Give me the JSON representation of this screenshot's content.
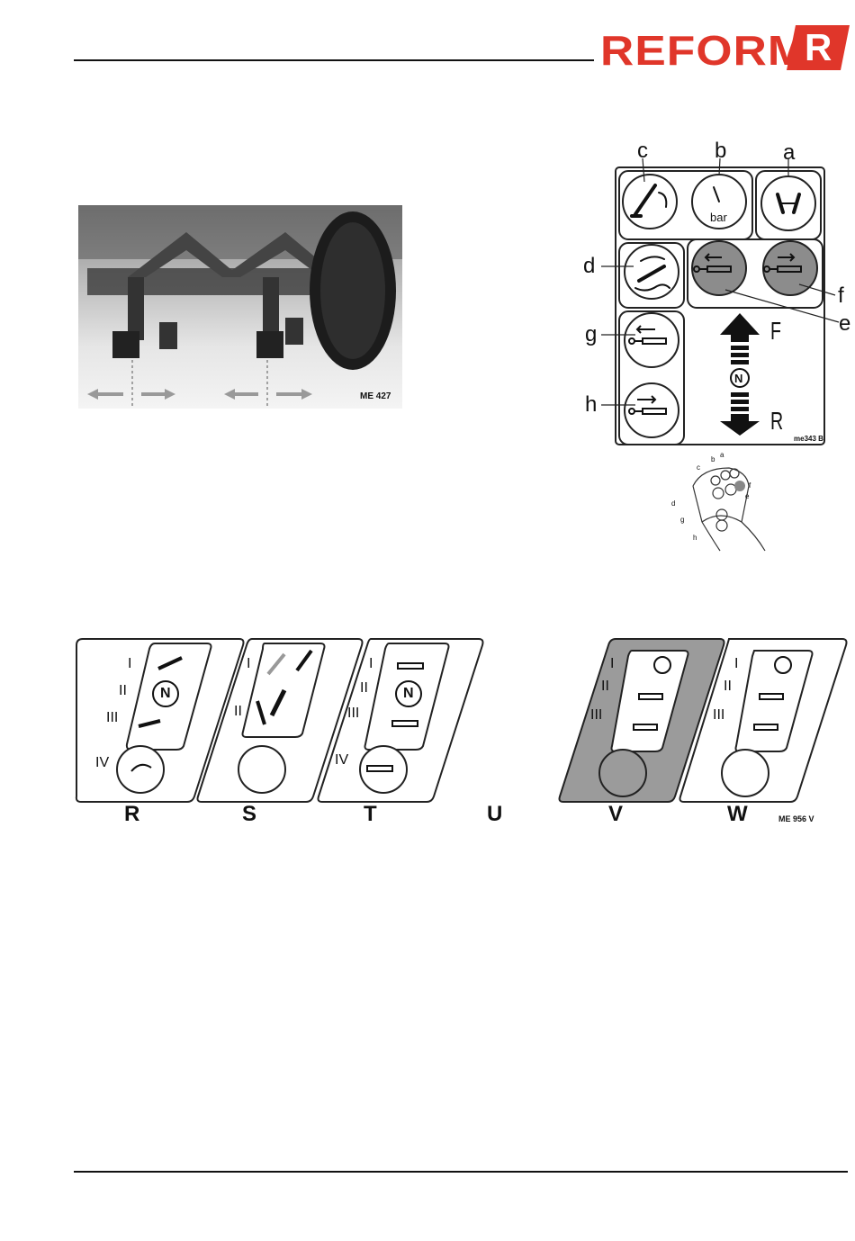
{
  "brand": {
    "name": "REFORM",
    "mark": "R",
    "color": "#e0362a"
  },
  "photo": {
    "label": "ME 427"
  },
  "panel": {
    "labels": {
      "a": "a",
      "b": "b",
      "c": "c",
      "d": "d",
      "e": "e",
      "f": "f",
      "g": "g",
      "h": "h"
    },
    "gauge_unit": "bar",
    "neutral": "N",
    "forward": "F",
    "reverse": "R",
    "code": "me343 B"
  },
  "joystick": {
    "labels": [
      "a",
      "b",
      "c",
      "d",
      "e",
      "f",
      "g",
      "h"
    ]
  },
  "plates": {
    "captions": [
      "R",
      "S",
      "T",
      "U",
      "V",
      "W"
    ],
    "roman": {
      "i": "I",
      "ii": "II",
      "iii": "III",
      "iv": "IV"
    },
    "neutral": "N",
    "code": "ME 956 V",
    "highlight_color": "#9b9b9b"
  }
}
